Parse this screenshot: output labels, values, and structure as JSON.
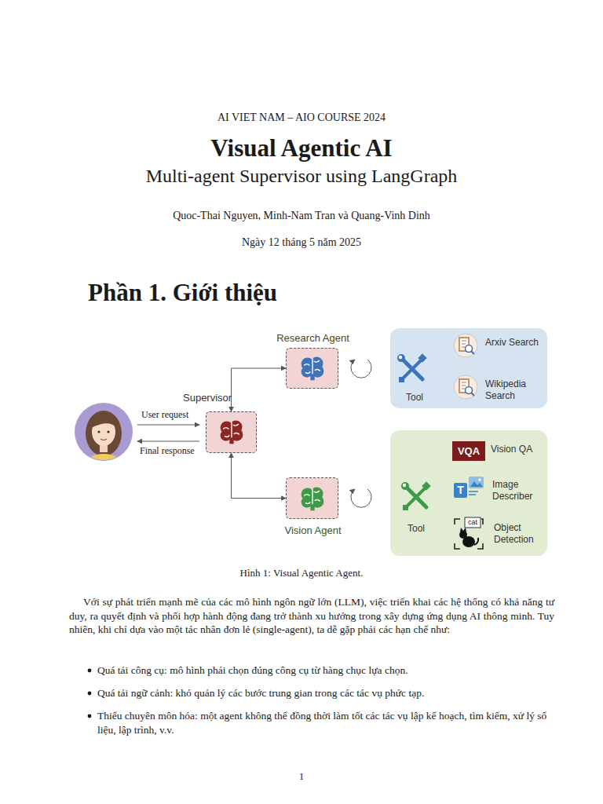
{
  "diagram": {
    "title": "Visual Agentic AI",
    "caption": "Hình 1: Visual Agentic Agent.",
    "nodes": [
      {
        "text": [
          "Supervisor"
        ]
      },
      {
        "text": [
          "Research Agent"
        ]
      },
      {
        "text": [
          "Vision Agent"
        ]
      },
      {
        "text": [
          "Tool",
          "Arxiv Search",
          "Wikipedia Search"
        ]
      },
      {
        "text": [
          "Tool",
          "Vision QA",
          "Image Describer",
          "Object Detection"
        ]
      }
    ],
    "edges": [
      {
        "from": 0,
        "to": 1,
        "arrow": "both"
      },
      {
        "from": 0,
        "to": 2,
        "arrow": "both"
      }
    ],
    "labels": [
      "AI VIET NAM – AIO COURSE 2024",
      "Multi-agent Supervisor using LangGraph",
      "Quoc-Thai Nguyen, Minh-Nam Tran và Quang-Vinh Dinh",
      "Ngày 12 tháng 5 năm 2025",
      "Phần 1. Giới thiệu",
      "User request",
      "Final response",
      "VQA",
      "T",
      "cat",
      "Với sự phát triển mạnh mẽ của các mô hình ngôn ngữ lớn (LLM), việc triển khai các hệ thống có khả năng tư duy, ra quyết định và phối hợp hành động đang trở thành xu hướng trong xây dựng ứng dụng AI thông minh. Tuy nhiên, khi chỉ dựa vào một tác nhân đơn lẻ (single-agent), ta dễ gặp phải các hạn chế như:",
      "Quá tải công cụ: mô hình phải chọn đúng công cụ từ hàng chục lựa chọn.",
      "Quá tải ngữ cảnh: khó quản lý các bước trung gian trong các tác vụ phức tạp.",
      "Thiếu chuyên môn hóa: một agent không thể đồng thời làm tốt các tác vụ lập kế hoạch, tìm kiếm, xử lý số liệu, lập trình, v.v.",
      "1"
    ]
  }
}
